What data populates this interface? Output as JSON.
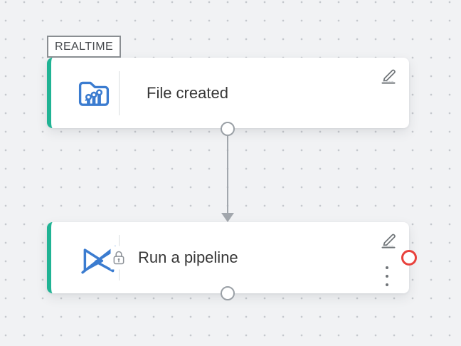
{
  "colors": {
    "canvas_bg": "#f1f2f4",
    "grid_dot": "#c5c8cd",
    "accent_teal": "#20b394",
    "icon_blue": "#3b7cd0",
    "port_red": "#e8413c",
    "edge_gray": "#a2a7ad",
    "title_text": "#373737"
  },
  "badge": {
    "label": "REALTIME"
  },
  "nodes": [
    {
      "title": "File created",
      "icon": "folder-chart-icon",
      "locked": false
    },
    {
      "title": "Run a pipeline",
      "icon": "pipeline-icon",
      "locked": true
    }
  ]
}
